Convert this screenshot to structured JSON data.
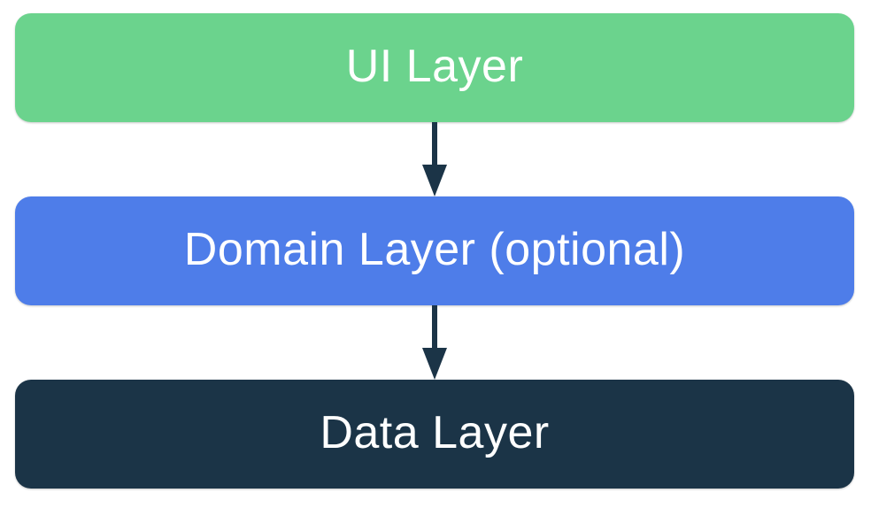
{
  "diagram": {
    "text_color": "#ffffff",
    "arrow_color": "#1b3447",
    "layers": [
      {
        "label": "UI Layer",
        "color": "#6bd38d"
      },
      {
        "label": "Domain Layer (optional)",
        "color": "#4e7de9"
      },
      {
        "label": "Data Layer",
        "color": "#1b3447"
      }
    ]
  }
}
